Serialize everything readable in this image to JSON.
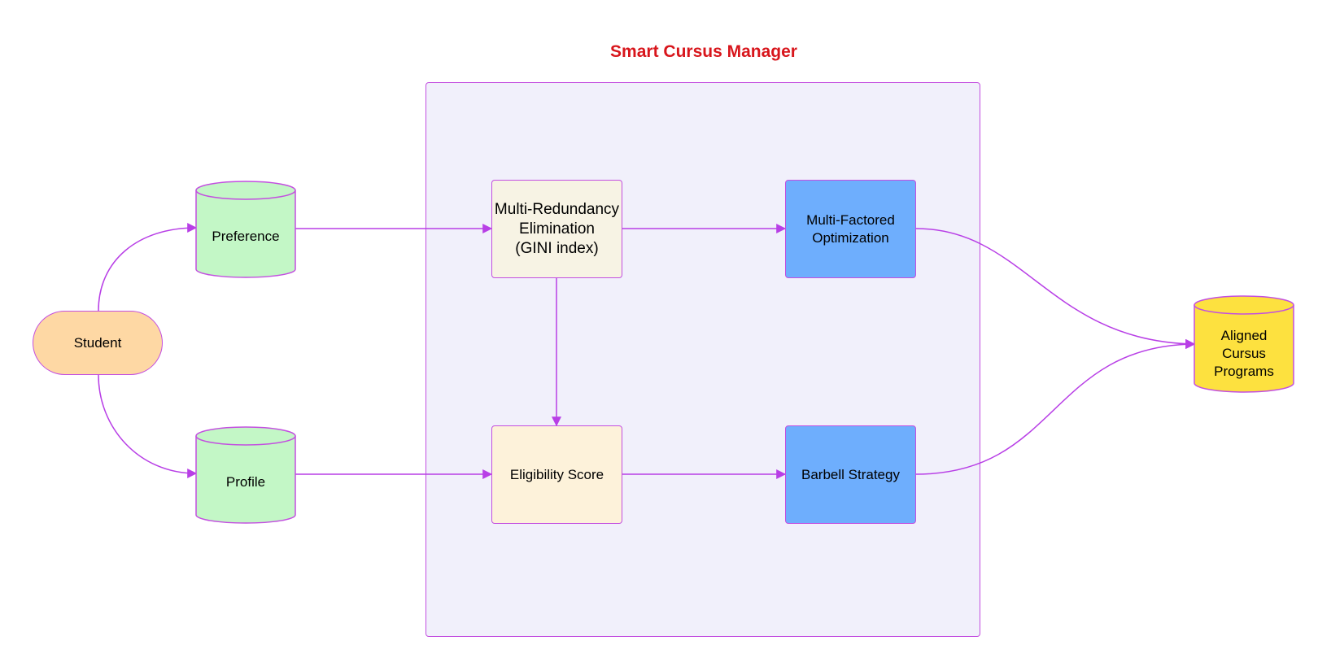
{
  "title": "Smart Cursus Manager",
  "nodes": {
    "student": "Student",
    "preference": "Preference",
    "profile": "Profile",
    "multi_redundancy": [
      "Multi-Redundancy",
      "Elimination",
      "(GINI index)"
    ],
    "eligibility": "Eligibility Score",
    "multi_factored": [
      "Multi-Factored",
      "Optimization"
    ],
    "barbell": "Barbell Strategy",
    "aligned": [
      "Aligned",
      "Cursus",
      "Programs"
    ]
  },
  "edges": [
    {
      "from": "student",
      "to": "preference"
    },
    {
      "from": "student",
      "to": "profile"
    },
    {
      "from": "preference",
      "to": "multi_redundancy"
    },
    {
      "from": "profile",
      "to": "eligibility"
    },
    {
      "from": "multi_redundancy",
      "to": "eligibility"
    },
    {
      "from": "multi_redundancy",
      "to": "multi_factored"
    },
    {
      "from": "eligibility",
      "to": "barbell"
    },
    {
      "from": "multi_factored",
      "to": "aligned"
    },
    {
      "from": "barbell",
      "to": "aligned"
    }
  ],
  "colors": {
    "title": "#d8161c",
    "stroke": "#c34fe0",
    "edge": "#b83fe6",
    "cluster_fill": "#f1f0fb",
    "student_fill": "#fed8a4",
    "db_fill": "#c3f7c6",
    "mre_fill": "#f7f3e4",
    "eligibility_fill": "#fdf2da",
    "process_fill": "#6eaefd",
    "output_fill": "#fde13f"
  }
}
